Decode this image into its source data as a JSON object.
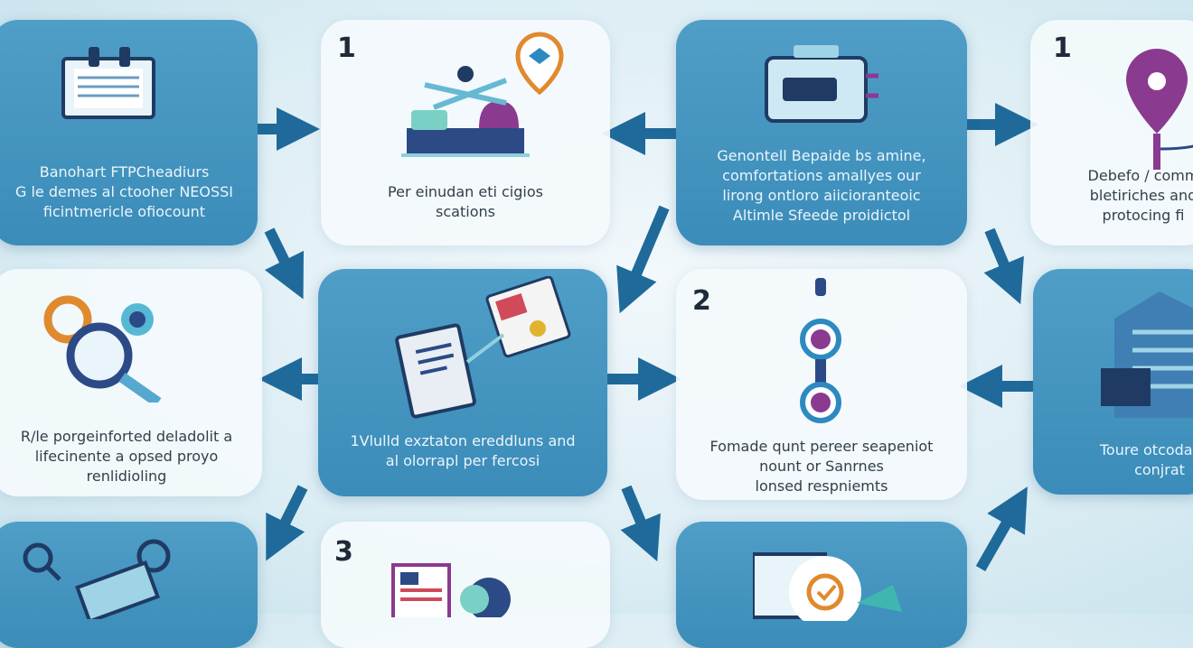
{
  "colors": {
    "arrow": "#1f6a9a",
    "card_blue": "#4596c2",
    "card_light": "#f4fafc",
    "accent_purple": "#8a3a8f",
    "accent_orange": "#e08a2e"
  },
  "cards": [
    {
      "id": "a",
      "style": "blue",
      "number": "",
      "icon": "calendar-document-icon",
      "text": "Banohart FTPCheadiurs\nG le demes al ctooher NEOSSI\nficintmericle ofiocount"
    },
    {
      "id": "b",
      "style": "light",
      "number": "1",
      "icon": "laboratory-location-icon",
      "text": "Per einudan eti cigios\nscations"
    },
    {
      "id": "c",
      "style": "blue",
      "number": "",
      "icon": "device-icon",
      "text": "Genontell Bepaide bs amine,\ncomfortations amallyes our\nlirong ontloro aiicioranteoic\nAltimle Sfeede proidictol"
    },
    {
      "id": "d",
      "style": "light",
      "number": "1",
      "icon": "location-pin-icon",
      "text": "Debefo / comm\nbletiriches and\nprotocing fi"
    },
    {
      "id": "e",
      "style": "light",
      "number": "",
      "icon": "magnifier-gears-icon",
      "text": "R/le porgeinforted deladolit a\nlifecinente a opsed proyo\nrenlidioling"
    },
    {
      "id": "f",
      "style": "blue",
      "number": "",
      "icon": "documents-icon",
      "text": "1Vlulld exztaton ereddluns and\nal olorrapl per fercosi"
    },
    {
      "id": "g",
      "style": "light",
      "number": "2",
      "icon": "process-chain-icon",
      "text": "Fomade qunt pereer seapeniot\nnount or Sanrnes\nlonsed respniemts"
    },
    {
      "id": "h",
      "style": "blue",
      "number": "",
      "icon": "building-icon",
      "text": "Toure otcodal de\nconjrat"
    },
    {
      "id": "i",
      "style": "blue",
      "number": "",
      "icon": "search-ticket-icon",
      "text": ""
    },
    {
      "id": "j",
      "style": "light",
      "number": "3",
      "icon": "flag-document-icon",
      "text": ""
    },
    {
      "id": "k",
      "style": "blue",
      "number": "",
      "icon": "checkmark-monitor-icon",
      "text": ""
    }
  ]
}
